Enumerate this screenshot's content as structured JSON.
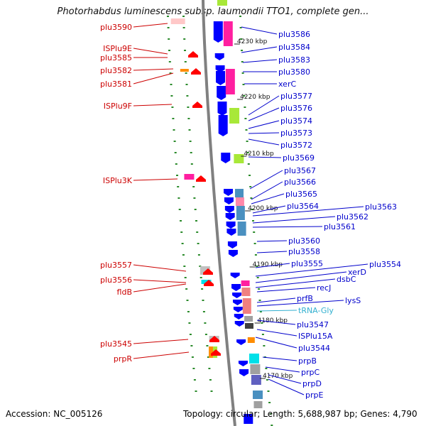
{
  "title": "Photorhabdus luminescens subsp. laumondii TTO1, complete gen...",
  "accession": "Accession: NC_005126",
  "topology": "Topology: circular; Length: 5,688,987 bp; Genes: 4,790",
  "colors": {
    "backbone": "#808080",
    "forward_marks": "#ff0000",
    "reverse_genes": "#0000ff",
    "minor_tick": "#2a8a2a",
    "label_forward": "#cc0000",
    "label_reverse": "#0000cc",
    "label_trna": "#33b0d0"
  },
  "kbp_ticks": [
    "4230 kbp",
    "4220 kbp",
    "4210 kbp",
    "4200 kbp",
    "4190 kbp",
    "4180 kbp",
    "4170 kbp"
  ],
  "labels_left": [
    "plu3590",
    "ISPlu9E",
    "plu3585",
    "plu3582",
    "plu3581",
    "ISPlu9F",
    "ISPlu3K",
    "plu3557",
    "plu3556",
    "fldB",
    "plu3545",
    "prpR"
  ],
  "labels_right": [
    "plu3586",
    "plu3584",
    "plu3583",
    "plu3580",
    "xerC",
    "plu3577",
    "plu3576",
    "plu3574",
    "plu3573",
    "plu3572",
    "plu3569",
    "plu3567",
    "plu3566",
    "plu3565",
    "plu3564",
    "plu3563",
    "plu3562",
    "plu3561",
    "plu3560",
    "plu3558",
    "plu3555",
    "plu3554",
    "xerD",
    "dsbC",
    "recJ",
    "prfB",
    "lysS",
    "tRNA-Gly",
    "plu3547",
    "ISPlu15A",
    "plu3544",
    "prpB",
    "prpC",
    "prpD",
    "prpE"
  ]
}
